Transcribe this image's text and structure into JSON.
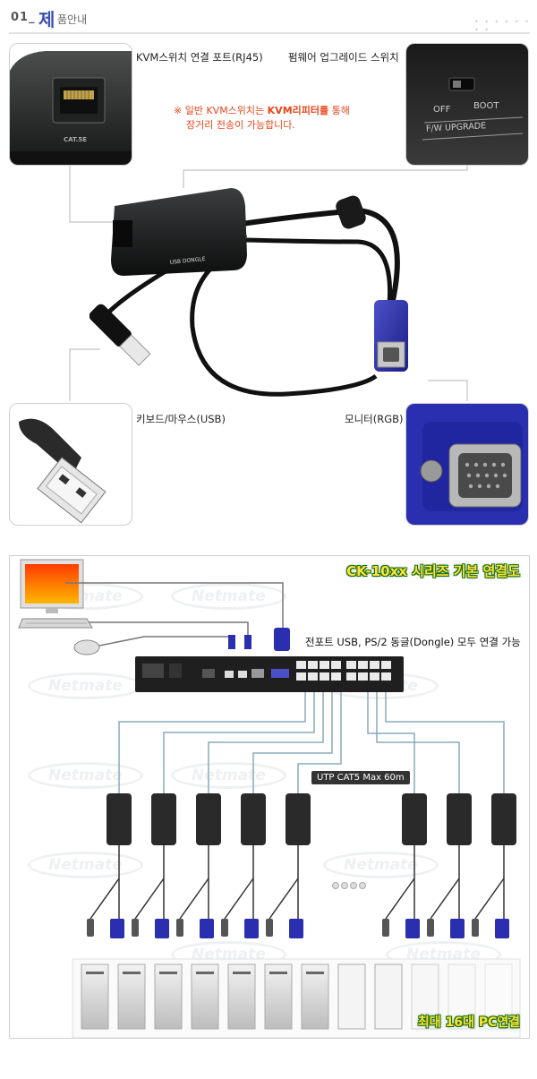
{
  "header": {
    "number": "01_",
    "title_first": "제",
    "title_rest": "품안내"
  },
  "product": {
    "rj45_label": "KVM스위치 연결 포트(RJ45)",
    "rj45_jack_text": "CAT.5E",
    "firmware_label": "펌웨어 업그레이드 스위치",
    "switch_off": "OFF",
    "switch_boot": "BOOT",
    "switch_caption": "F/W UPGRADE",
    "notice_line1_prefix": "※ 일반 KVM스위치는 ",
    "notice_highlight": "KVM리피터를",
    "notice_line1_suffix": " 통해",
    "notice_line2": "장거리 전송이 가능합니다.",
    "dongle_text": "USB DONGLE",
    "keyboard_mouse_label": "키보드/마우스(USB)",
    "monitor_label": "모니터(RGB)",
    "accent_color": "#e8461a"
  },
  "diagram": {
    "title": "CK-10xx 시리즈 기본 연결도",
    "dongle_note": "전포트 USB, PS/2 동글(Dongle) 모두 연결 가능",
    "cable_badge": "UTP CAT5 Max 60m",
    "max_pc": "최대 16대 PC연결",
    "watermark": "Netmate",
    "title_color": "#ffe23a",
    "title_outline": "#176c10"
  }
}
